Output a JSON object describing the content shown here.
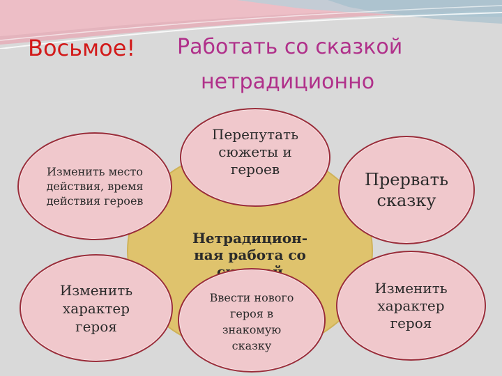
{
  "title": {
    "number": "Восьмое!",
    "line1": "Работать со сказкой",
    "line2": "нетрадиционно"
  },
  "center": {
    "text": "Нетрадицион-\nная работа со\nсказкой"
  },
  "nodes": {
    "top": "Перепутать\nсюжеты и\nгероев",
    "left_top": "Изменить место\nдействия, время\nдействия героев",
    "right_top": "Прервать\nсказку",
    "left_bottom": "Изменить\nхарактер\nгероя",
    "right_bottom": "Изменить\nхарактер\nгероя",
    "bottom": "Ввести нового\nгероя в\nзнакомую\nсказку"
  },
  "colors": {
    "title_number": "#d21a1a",
    "title_text": "#b0308a",
    "center_fill": "#dfc36d",
    "node_fill": "#f0c8cc",
    "node_border": "#9a2d3a",
    "background": "#d9d9d9"
  }
}
